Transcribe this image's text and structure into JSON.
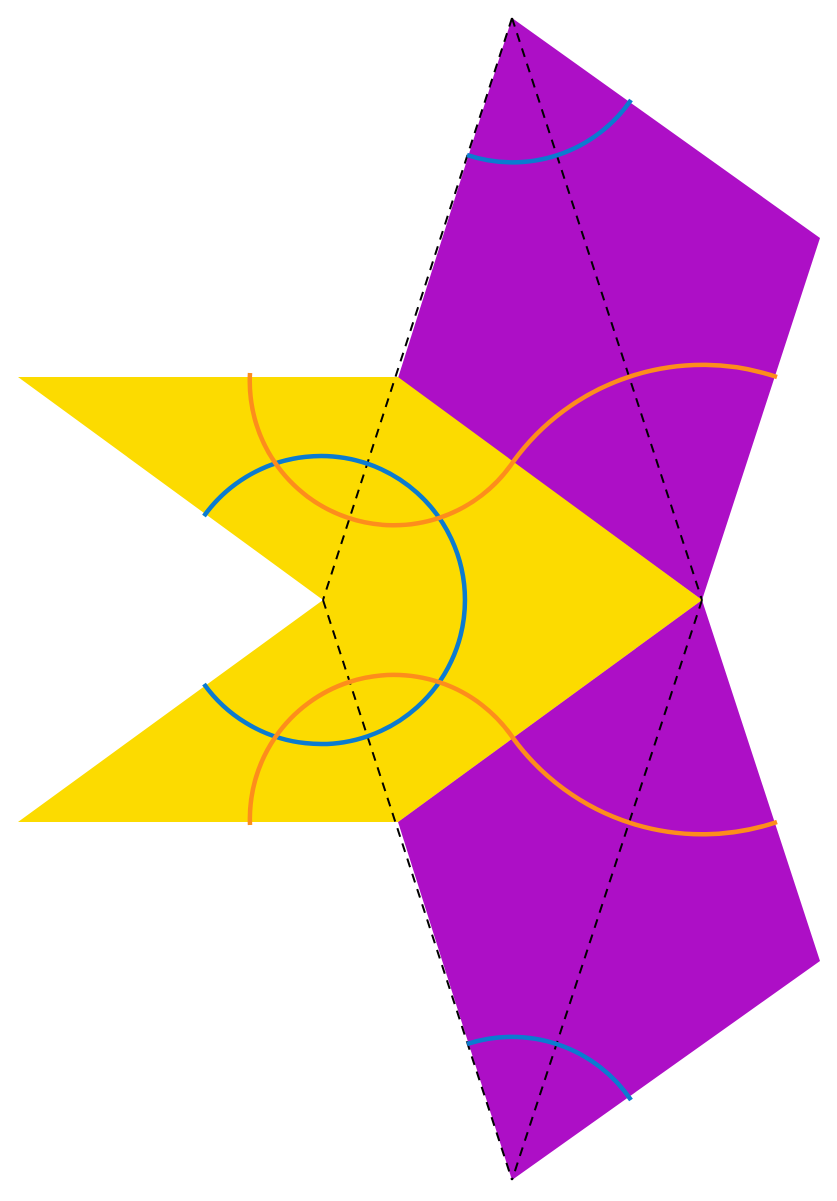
{
  "diagram": {
    "colors": {
      "background": "#ffffff",
      "yellow_tile": "#fcdb00",
      "purple_tile": "#ad0fc6",
      "fold_line": "#000000",
      "blue_arc": "#0b7bd0",
      "orange_arc": "#fd8d1c"
    },
    "shapes": [
      {
        "name": "yellow-dart-tile",
        "fill": "yellow_tile"
      },
      {
        "name": "purple-kite-tile-top",
        "fill": "purple_tile"
      },
      {
        "name": "purple-kite-tile-bottom",
        "fill": "purple_tile"
      }
    ],
    "line_style": "dashed",
    "arc_colors": [
      "blue_arc",
      "orange_arc"
    ]
  }
}
